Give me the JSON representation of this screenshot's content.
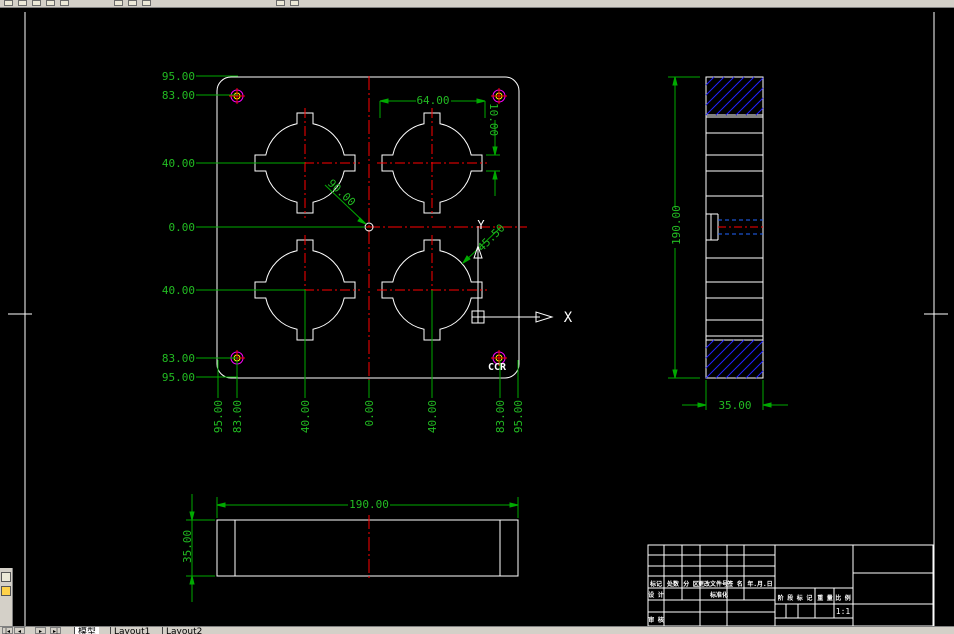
{
  "colors": {
    "background": "#000000",
    "geometry": "#ffffff",
    "centerline": "#ff0000",
    "dimension": "#00aa00",
    "dimension_text": "#22bb22",
    "hatch": "#2222ff",
    "marker": "#ff00ff",
    "chrome": "#d4d0c8"
  },
  "toolbar": {
    "icons": [
      "file-icon",
      "save-icon",
      "print-icon",
      "undo-icon",
      "redo-icon",
      "pan-icon",
      "zoom-icon",
      "properties-icon",
      "layers-icon",
      "match-icon"
    ]
  },
  "layout_tabs": {
    "nav_first": "|◂",
    "nav_prev": "◂",
    "nav_next": "▸",
    "nav_last": "▸|",
    "tabs": [
      "模型",
      "Layout1",
      "Layout2"
    ]
  },
  "drawing": {
    "ordinate_dims": {
      "left_top": "95.00",
      "left_second": "83.00",
      "left_upper": "40.00",
      "left_center": "0.00",
      "left_lower": "40.00",
      "left_bottom2": "83.00",
      "left_bottom": "95.00",
      "bottom_left": "95.00",
      "bottom_left2": "83.00",
      "bottom_left3": "40.00",
      "bottom_center": "0.00",
      "bottom_right3": "40.00",
      "bottom_right2": "83.00",
      "bottom_right": "95.00"
    },
    "dim_width_64": "64.00",
    "dim_height_10": "10.00",
    "dim_angle_upper": "90.00",
    "dim_angle_lower": "45.50",
    "side_height": "190.00",
    "side_width": "35.00",
    "bottom_length": "190.00",
    "bottom_thickness": "35.00",
    "ucs_x": "X",
    "ucs_y": "Y",
    "ccr_label": "CCR"
  },
  "title_block": {
    "headers": [
      "标记",
      "处数",
      "分 区",
      "更改文件号",
      "签 名",
      "年.月.日"
    ],
    "row_design": "设 计",
    "row_standard": "标准化",
    "row_check": "审 核",
    "stage_labels": [
      "阶 段 标 记",
      "重 量",
      "比 例"
    ],
    "scale": "1:1"
  }
}
